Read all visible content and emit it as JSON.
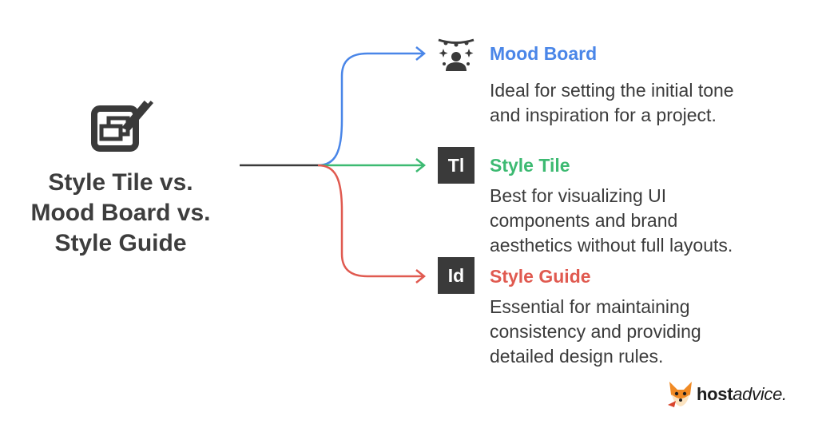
{
  "title_lines": [
    "Style Tile vs.",
    "Mood Board vs.",
    "Style Guide"
  ],
  "branches": [
    {
      "heading": "Mood Board",
      "color": "#4a86e8",
      "icon": "mood-board-icon",
      "description": [
        "Ideal for setting the initial tone",
        "and inspiration for a project."
      ]
    },
    {
      "heading": "Style Tile",
      "color": "#3dba72",
      "icon": "style-tile-icon",
      "icon_text": "Tl",
      "description": [
        "Best for visualizing UI",
        "components and brand",
        "aesthetics without full layouts."
      ]
    },
    {
      "heading": "Style Guide",
      "color": "#e05a50",
      "icon": "style-guide-icon",
      "icon_text": "Id",
      "description": [
        "Essential for maintaining",
        "consistency and providing",
        "detailed design rules."
      ]
    }
  ],
  "logo": {
    "bold": "host",
    "italic": "advice."
  },
  "colors": {
    "text": "#3d3d3d",
    "stem": "#3a3a3a"
  }
}
